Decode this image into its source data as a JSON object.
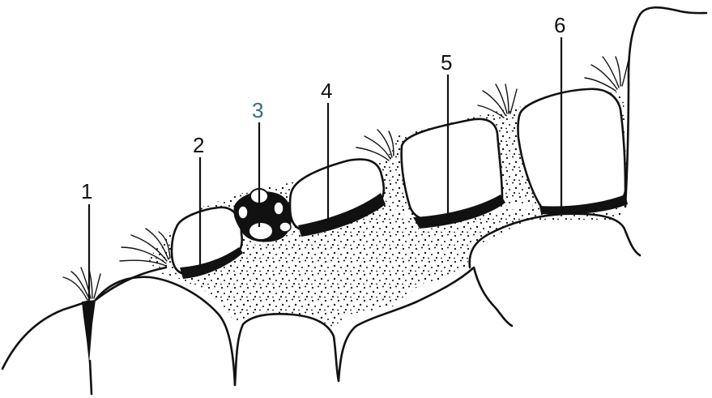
{
  "labels": [
    {
      "id": "1",
      "text": "1"
    },
    {
      "id": "2",
      "text": "2"
    },
    {
      "id": "3",
      "text": "3"
    },
    {
      "id": "4",
      "text": "4"
    },
    {
      "id": "5",
      "text": "5"
    },
    {
      "id": "6",
      "text": "6"
    }
  ],
  "colors": {
    "ink": "#111111",
    "accent": "#2f6f7a",
    "background": "#ffffff"
  }
}
